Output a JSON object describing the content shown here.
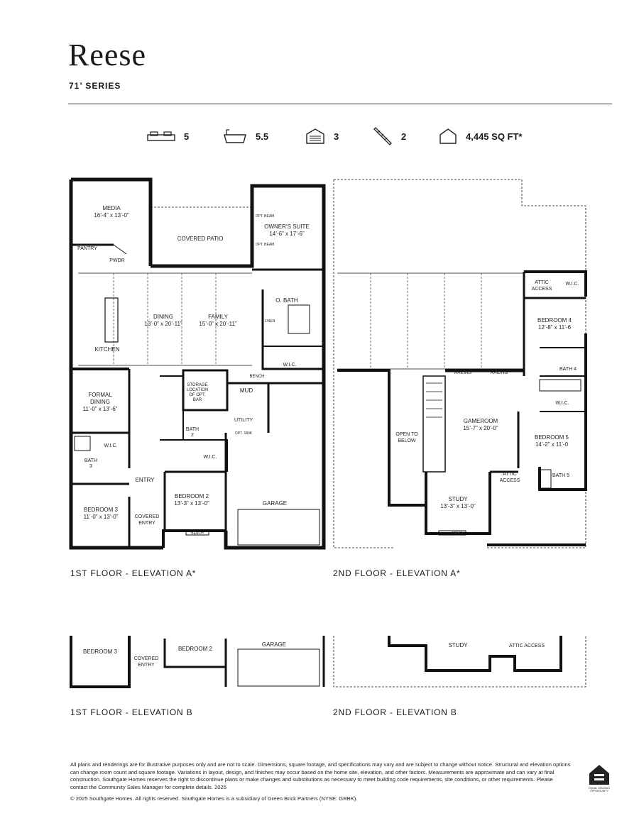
{
  "header": {
    "title": "Reese",
    "series": "71’ SERIES"
  },
  "stats": [
    {
      "icon": "bed-icon",
      "value": "5"
    },
    {
      "icon": "bathtub-icon",
      "value": "5.5"
    },
    {
      "icon": "garage-icon",
      "value": "3"
    },
    {
      "icon": "stairs-icon",
      "value": "2"
    },
    {
      "icon": "house-icon",
      "value": "4,445 SQ FT*"
    }
  ],
  "first_floor": {
    "caption": "1ST FLOOR - ELEVATION A*",
    "rooms": {
      "media": "MEDIA",
      "media_dim": "16’-4” x 13’-0”",
      "covered_patio": "COVERED PATIO",
      "owners_suite": "OWNER’S SUITE",
      "owners_suite_dim": "14’-6” x 17’-6”",
      "opt_beam": "OPT. BEAM",
      "pantry": "PANTRY",
      "pwdr": "PWDR",
      "dining": "DINING",
      "dining_dim": "13’-0” x 20’-11”",
      "family": "FAMILY",
      "family_dim": "15’-0” x 20’-11”",
      "o_bath": "O. BATH",
      "kitchen": "KITCHEN",
      "linen": "LINEN",
      "wic": "W.I.C.",
      "bench": "BENCH",
      "formal_dining": "FORMAL",
      "formal_dining_2": "DINING",
      "formal_dining_dim": "11’-0” x 13’-6”",
      "storage_1": "STORAGE",
      "storage_2": "LOCATION",
      "storage_3": "OF OPT.",
      "storage_4": "BAR",
      "mud": "MUD",
      "utility": "UTILITY",
      "opt_sink": "OPT. SINK",
      "bath2": "BATH",
      "bath2_num": "2",
      "bath3": "BATH",
      "bath3_num": "3",
      "entry": "ENTRY",
      "covered_entry_1": "COVERED",
      "covered_entry_2": "ENTRY",
      "bedroom2": "BEDROOM 2",
      "bedroom2_dim": "13’-3” x 13’-0”",
      "bedroom3": "BEDROOM 3",
      "bedroom3_dim": "11’-0” x 13’-0”",
      "garage": "GARAGE"
    }
  },
  "second_floor": {
    "caption": "2ND FLOOR - ELEVATION A*",
    "rooms": {
      "attic_access": "ATTIC",
      "attic_access_2": "ACCESS",
      "wic": "W.I.C.",
      "bedroom4": "BEDROOM 4",
      "bedroom4_dim": "12’-8” x 11’-6",
      "bath4": "BATH 4",
      "railing": "RAILING",
      "open_to_below_1": "OPEN TO",
      "open_to_below_2": "BELOW",
      "gameroom": "GAMEROOM",
      "gameroom_dim": "15’-7” x 20’-0”",
      "bedroom5": "BEDROOM 5",
      "bedroom5_dim": "14’-2” x 11’-0",
      "bath5": "BATH 5",
      "study": "STUDY",
      "study_dim": "13’-3” x 13’-0”",
      "bench": "BENCH"
    }
  },
  "first_floor_b": {
    "caption": "1ST FLOOR - ELEVATION B",
    "bedroom3": "BEDROOM 3",
    "covered_entry_1": "COVERED",
    "covered_entry_2": "ENTRY",
    "bedroom2": "BEDROOM 2",
    "garage": "GARAGE"
  },
  "second_floor_b": {
    "caption": "2ND FLOOR - ELEVATION B",
    "study": "STUDY",
    "attic_access": "ATTIC ACCESS"
  },
  "footer": {
    "disclaimer": "All plans and renderings are for illustrative purposes only and are not to scale. Dimensions, square footage, and specifications may vary and are subject to change without notice. Structural and elevation options can change room count and square footage. Variations in layout, design, and finishes may occur based on the home site, elevation, and other factors. Measurements are approximate and can vary at final construction. Southgate Homes reserves the right to discontinue plans or make changes and substitutions as necessary to meet building code requirements, site conditions, or other requirements. Please contact the Community Sales Manager for complete details. 2025",
    "copyright": "© 2025 Southgate Homes. All rights reserved. Southgate Homes is a subsidiary of Green Brick Partners (NYSE: GRBK).",
    "eho_text_1": "EQUAL HOUSING",
    "eho_text_2": "OPPORTUNITY"
  }
}
